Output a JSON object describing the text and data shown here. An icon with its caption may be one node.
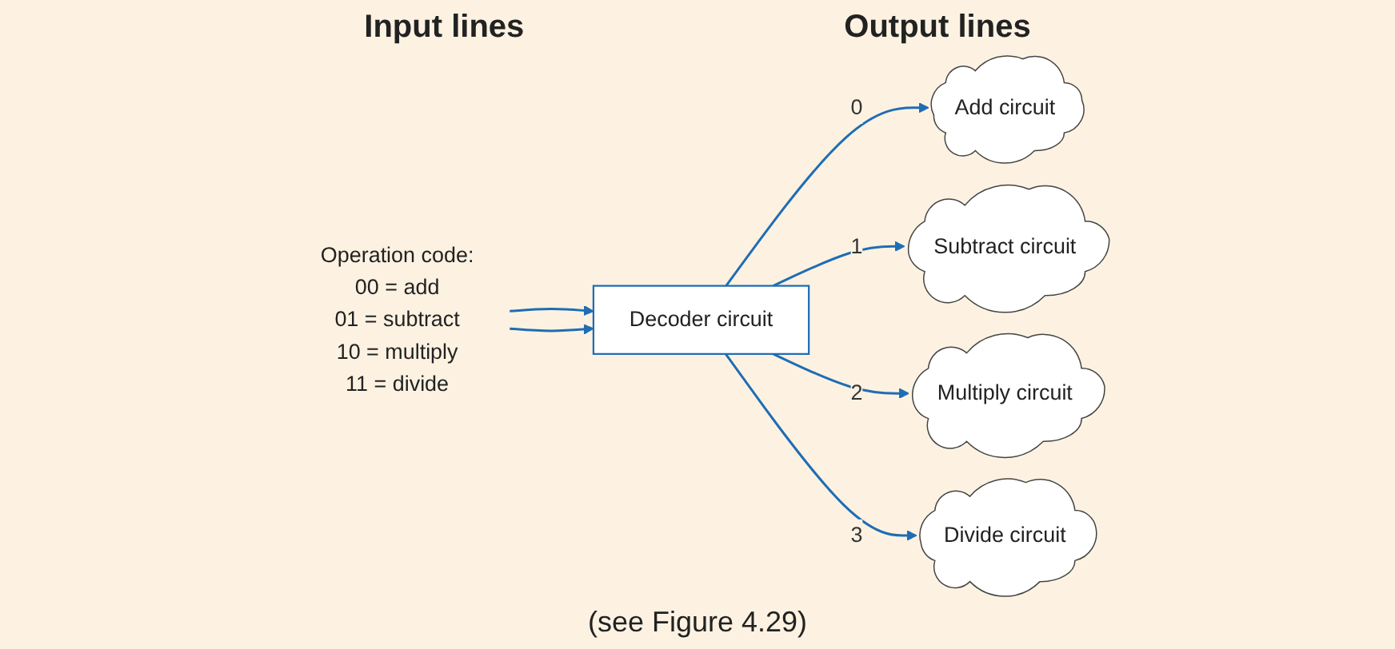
{
  "diagram": {
    "nodes": [
      {
        "text": [
          "Operation code:",
          "00 = add",
          "01 = subtract",
          "10 = multiply",
          "11 = divide"
        ]
      },
      {
        "text": [
          "Decoder circuit"
        ]
      },
      {
        "text": [
          "Add circuit"
        ]
      },
      {
        "text": [
          "Subtract circuit"
        ]
      },
      {
        "text": [
          "Multiply circuit"
        ]
      },
      {
        "text": [
          "Divide circuit"
        ]
      }
    ],
    "edges": [
      {
        "from": 0,
        "to": 1,
        "arrow": "to"
      },
      {
        "from": 0,
        "to": 1,
        "arrow": "to"
      },
      {
        "from": 1,
        "to": 2,
        "label": "0",
        "arrow": "to"
      },
      {
        "from": 1,
        "to": 3,
        "label": "1",
        "arrow": "to"
      },
      {
        "from": 1,
        "to": 4,
        "label": "2",
        "arrow": "to"
      },
      {
        "from": 1,
        "to": 5,
        "label": "3",
        "arrow": "to"
      }
    ],
    "labels": [
      "Input lines",
      "Output lines",
      "(see Figure 4.29)"
    ]
  }
}
